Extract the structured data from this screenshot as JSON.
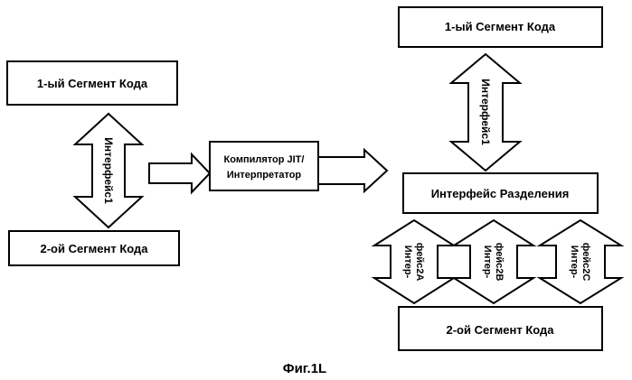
{
  "left": {
    "top_segment": "1-ый Сегмент Кода",
    "interface": "Интерфейс1",
    "bottom_segment": "2-ой Сегмент Кода"
  },
  "compiler": {
    "line1": "Компилятор JIT/",
    "line2": "Интерпретатор"
  },
  "right": {
    "top_segment": "1-ый Сегмент Кода",
    "interface": "Интерфейс1",
    "separation_interface": "Интерфейс Разделения",
    "sub_interfaces": [
      {
        "line1": "Интер-",
        "line2": "фейс2А"
      },
      {
        "line1": "Интер-",
        "line2": "фейс2В"
      },
      {
        "line1": "Интер-",
        "line2": "фейс2С"
      }
    ],
    "bottom_segment": "2-ой Сегмент Кода"
  },
  "caption": "Фиг.1L"
}
